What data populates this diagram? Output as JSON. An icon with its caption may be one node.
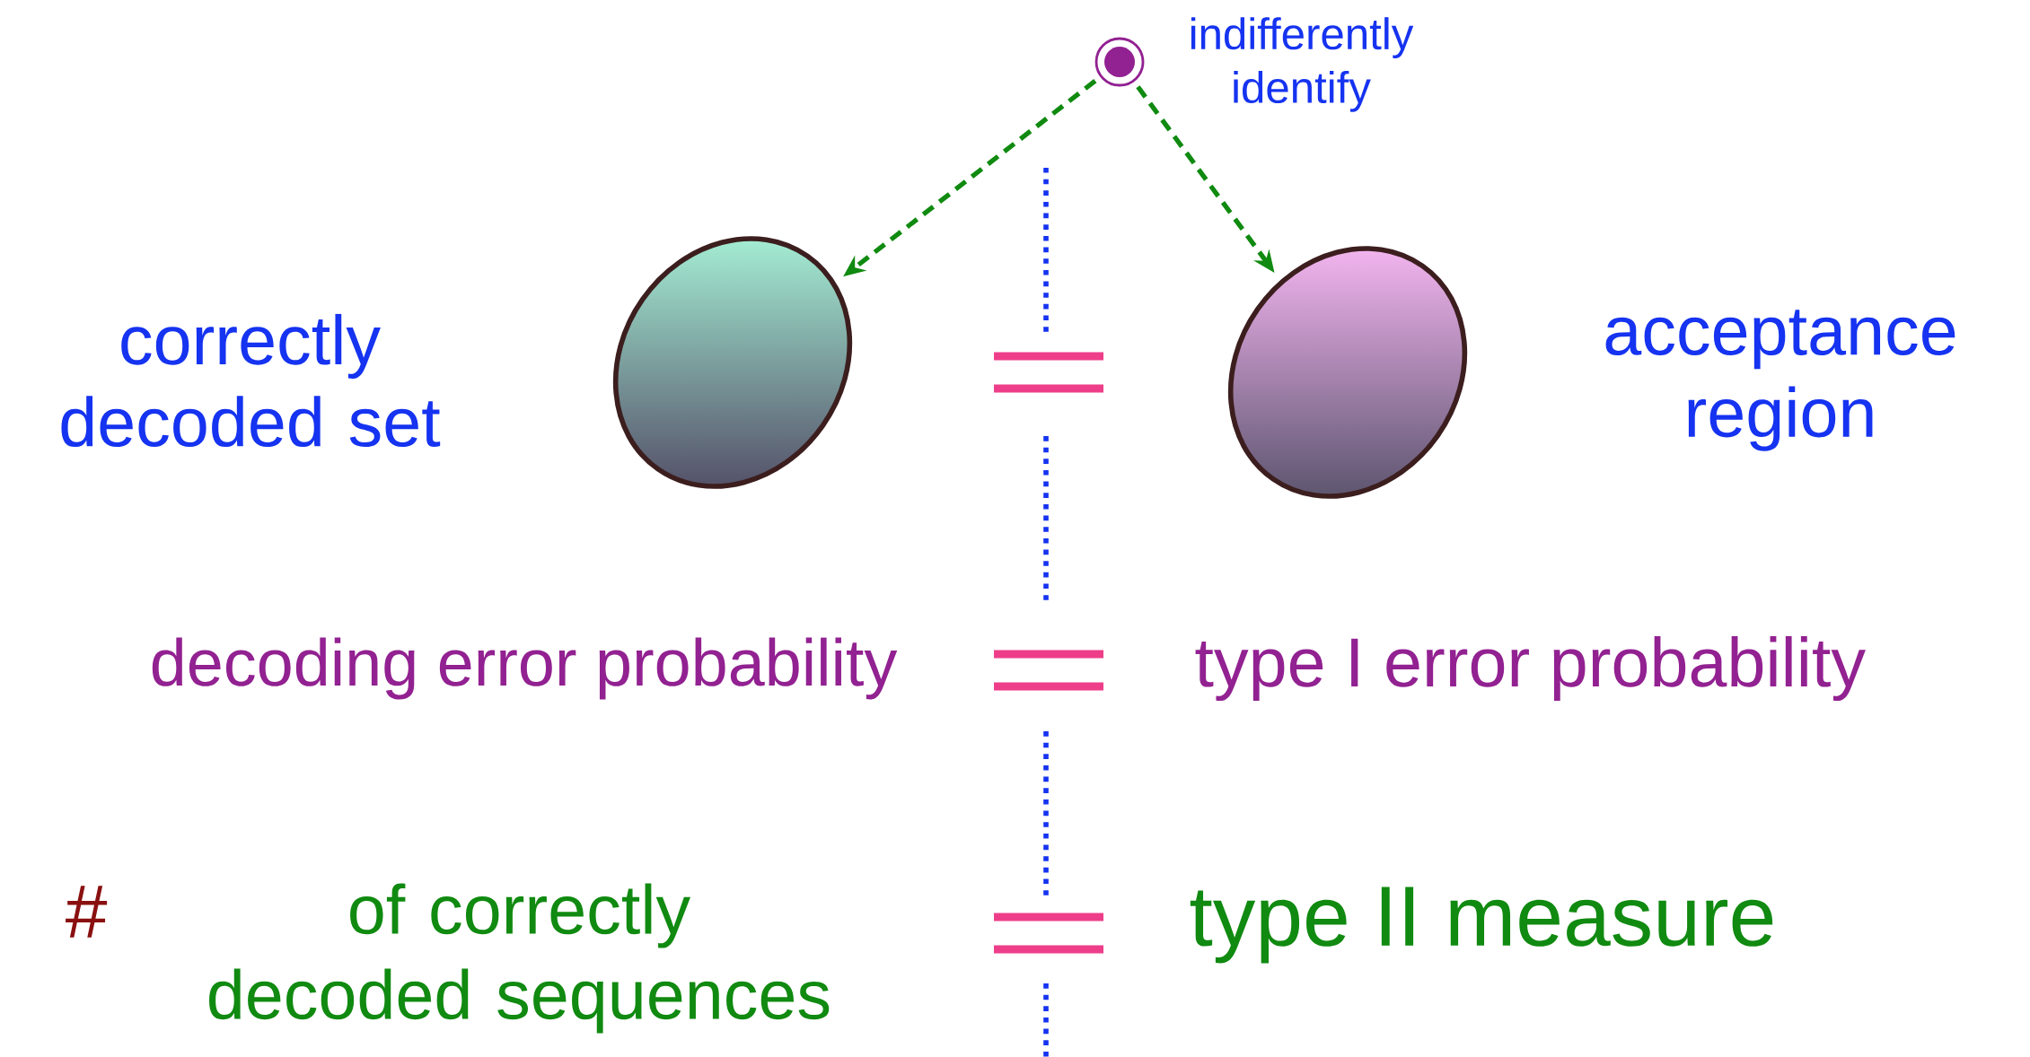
{
  "diagram": {
    "nodes": [
      {
        "text": [],
        "shape": "circle",
        "beside": [
          "indifferently identify"
        ]
      },
      {
        "text": [],
        "shape": "ellipse",
        "beside": [
          "correctly decoded set"
        ]
      },
      {
        "text": [],
        "shape": "ellipse",
        "beside": [
          "acceptance region"
        ]
      }
    ],
    "edges": [
      {
        "from": 0,
        "to": 1,
        "arrow": "to",
        "style": "dashed"
      },
      {
        "from": 0,
        "to": 2,
        "arrow": "to",
        "style": "dashed"
      }
    ],
    "labels": [
      "decoding error probability",
      "type I error probability",
      "#",
      "of correctly decoded sequences",
      "type II measure"
    ]
  }
}
